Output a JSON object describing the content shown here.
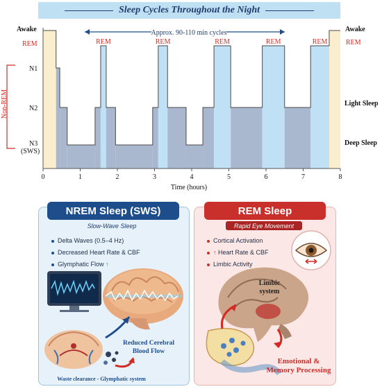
{
  "title": "Sleep Cycles Throughout the Night",
  "cycle_note": "Approx. 90-110 min cycles",
  "y_levels_left": [
    "Awake",
    "REM",
    "N1",
    "N2",
    "N3",
    "(SWS)"
  ],
  "non_rem_label": "Non-REM",
  "rem_tag": "REM",
  "right_labels": {
    "awake": "Awake",
    "rem": "REM",
    "light": "Light Sleep",
    "deep": "Deep Sleep"
  },
  "x_axis_label": "Time (hours)",
  "chart_data": {
    "type": "area",
    "title": "Sleep Cycles Throughout the Night",
    "xlabel": "Time (hours)",
    "ylabel": "",
    "xlim": [
      0,
      8
    ],
    "x_ticks": [
      "0",
      "1",
      "2",
      "3",
      "4",
      "5",
      "6",
      "7",
      "8"
    ],
    "y_categories": [
      "Awake",
      "REM",
      "N1",
      "N2",
      "N3 (SWS)"
    ],
    "stages": [
      {
        "start": 0.0,
        "end": 0.35,
        "stage": "Awake"
      },
      {
        "start": 0.35,
        "end": 0.45,
        "stage": "N1"
      },
      {
        "start": 0.45,
        "end": 0.65,
        "stage": "N2"
      },
      {
        "start": 0.65,
        "end": 1.4,
        "stage": "N3"
      },
      {
        "start": 1.4,
        "end": 1.55,
        "stage": "N2"
      },
      {
        "start": 1.55,
        "end": 1.7,
        "stage": "REM"
      },
      {
        "start": 1.7,
        "end": 1.95,
        "stage": "N2"
      },
      {
        "start": 1.95,
        "end": 2.95,
        "stage": "N3"
      },
      {
        "start": 2.95,
        "end": 3.1,
        "stage": "N2"
      },
      {
        "start": 3.1,
        "end": 3.35,
        "stage": "REM"
      },
      {
        "start": 3.35,
        "end": 3.85,
        "stage": "N2"
      },
      {
        "start": 3.85,
        "end": 4.3,
        "stage": "N3"
      },
      {
        "start": 4.3,
        "end": 4.6,
        "stage": "N2"
      },
      {
        "start": 4.6,
        "end": 5.05,
        "stage": "REM"
      },
      {
        "start": 5.05,
        "end": 5.9,
        "stage": "N2"
      },
      {
        "start": 5.9,
        "end": 6.5,
        "stage": "REM"
      },
      {
        "start": 6.5,
        "end": 7.2,
        "stage": "N2"
      },
      {
        "start": 7.2,
        "end": 7.7,
        "stage": "REM"
      },
      {
        "start": 7.7,
        "end": 8.0,
        "stage": "Awake"
      }
    ]
  },
  "nrem": {
    "title": "NREM Sleep (SWS)",
    "subtitle": "Slow-Wave Sleep",
    "items": [
      "Delta Waves (0.5–4 Hz)",
      "Decreased Heart Rate & CBF",
      "Glymphatic Flow"
    ],
    "up_arrow": "↑",
    "reduced_flow": [
      "Reduced Cerebral",
      "Blood Flow"
    ],
    "waste": "Waste clearance - Glymphatic system"
  },
  "rem": {
    "title": "REM Sleep",
    "subtitle": "Rapid Eye Movement",
    "items": [
      "Cortical Activation",
      "Heart Rate & CBF",
      "Limbic Activity"
    ],
    "up_arrow": "↑",
    "limbic": [
      "Limbic",
      "system"
    ],
    "emotional": [
      "Emotional &",
      "Memory Processing"
    ]
  },
  "colors": {
    "awake_fill": "#fbeecf",
    "rem_fill": "#bfe0f5",
    "sleep_fill": "#a9b8cf",
    "accent_blue": "#1e4d8c",
    "accent_red": "#c9302c",
    "label_red": "#d42a24"
  }
}
